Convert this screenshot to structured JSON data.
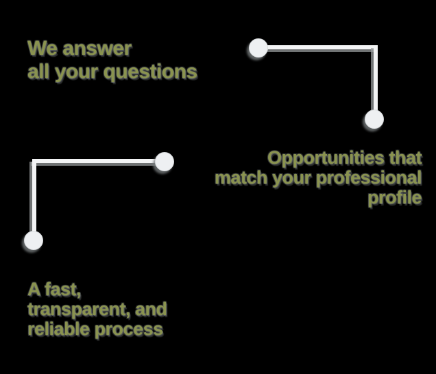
{
  "colors": {
    "bg": "#000000",
    "text_olive": "#8a934f",
    "line_white": "#f3f4f5",
    "line_shadow": "#9ba0a1",
    "node_fill": "#eef0f2"
  },
  "features": {
    "answers": {
      "lines": [
        "We answer",
        "all your questions"
      ]
    },
    "opportunities": {
      "lines": [
        "Opportunities that",
        "match your professional",
        "profile"
      ]
    },
    "process": {
      "lines": [
        "A fast,",
        "transparent, and",
        "reliable process"
      ]
    }
  }
}
